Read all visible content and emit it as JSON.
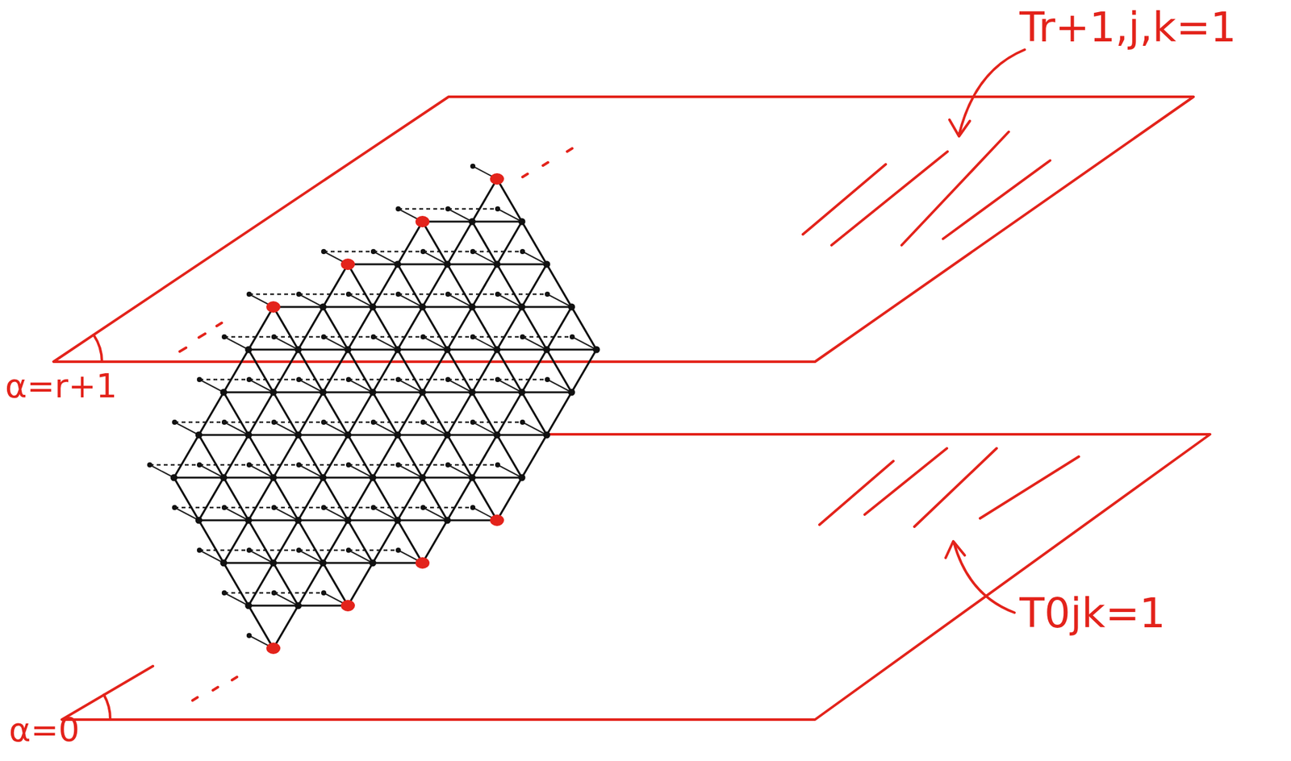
{
  "diagram": {
    "labels": [
      "Tr+1,j,k=1",
      "T0jk=1",
      "α=r+1",
      "α=0"
    ]
  }
}
